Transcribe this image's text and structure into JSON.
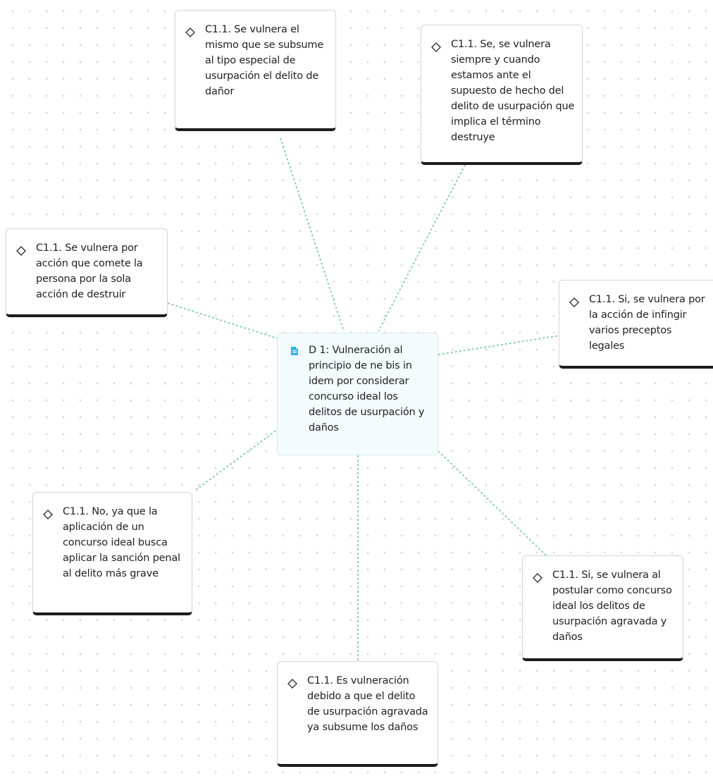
{
  "central": {
    "text": "D 1: Vulneración al principio de ne bis in idem por considerar concurso ideal los delitos de usurpación y daños",
    "icon": "document-icon",
    "icon_color": "#29b6e6",
    "background": "#f4fbfd"
  },
  "children": [
    {
      "id": "c-top-left",
      "text": "C1.1. Se vulnera el mismo que se subsume al tipo especial de usurpación el delito de dañor",
      "icon": "diamond-icon"
    },
    {
      "id": "c-top-right",
      "text": "C1.1. Se, se vulnera siempre y cuando estamos ante el supuesto de hecho del delito de usurpación que implica el término destruye",
      "icon": "diamond-icon"
    },
    {
      "id": "c-left",
      "text": "C1.1. Se vulnera por acción que comete la persona por la sola acción de destruir",
      "icon": "diamond-icon"
    },
    {
      "id": "c-right",
      "text": "C1.1. Si, se vulnera por la acción de infingir varios preceptos legales",
      "icon": "diamond-icon"
    },
    {
      "id": "c-bottom-left",
      "text": "C1.1. No, ya que la aplicación de un concurso ideal busca aplicar la sanción penal al delito más grave",
      "icon": "diamond-icon"
    },
    {
      "id": "c-bottom-right",
      "text": "C1.1. Si, se vulnera al postular como concurso ideal los delitos de usurpación agravada y daños",
      "icon": "diamond-icon"
    },
    {
      "id": "c-bottom",
      "text": "C1.1. Es vulneración debido a que el delito de usurpación agravada ya subsume los daños",
      "icon": "diamond-icon"
    }
  ],
  "colors": {
    "connector": "#8ecfb0",
    "card_bottom_border": "#1b1b1b"
  }
}
